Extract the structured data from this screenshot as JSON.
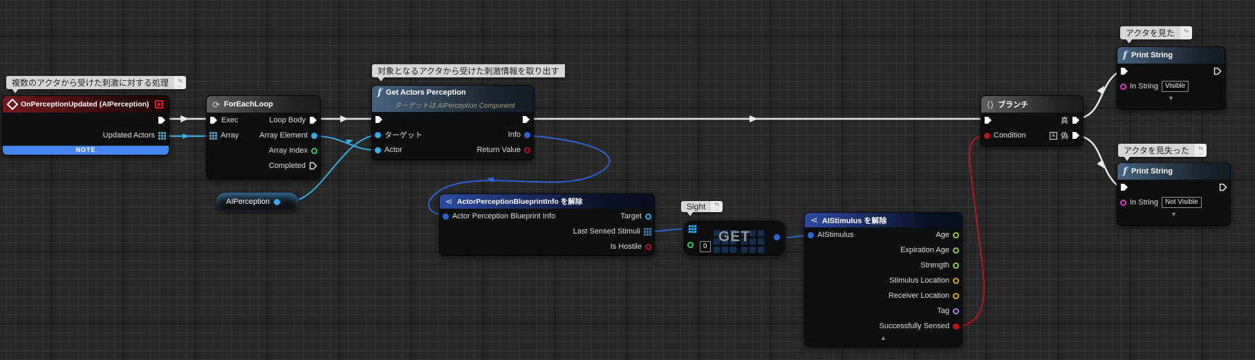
{
  "comments": {
    "multi": "複数のアクタから受けた刺激に対する処理",
    "extract": "対象となるアクタから受けた刺激情報を取り出す",
    "sight": "Sight",
    "saw": "アクタを見た",
    "lost": "アクタを見失った"
  },
  "event_node": {
    "title": "OnPerceptionUpdated (AIPerception)",
    "updated_actors": "Updated Actors",
    "note": "NOTE"
  },
  "foreach_node": {
    "title": "ForEachLoop",
    "exec": "Exec",
    "array": "Array",
    "loop_body": "Loop Body",
    "array_element": "Array Element",
    "array_index": "Array Index",
    "completed": "Completed"
  },
  "get_actors_node": {
    "title": "Get Actors Perception",
    "subtitle": "ターゲットは AIPerception Component",
    "target_jp": "ターゲット",
    "actor": "Actor",
    "info": "Info",
    "return_value": "Return Value"
  },
  "var_node": {
    "label": "AIPerception"
  },
  "break_info_node": {
    "title": "ActorPerceptionBlueprintInfo を解除",
    "input": "Actor Perception Blueprint Info",
    "target": "Target",
    "last_sensed": "Last Sensed Stimuli",
    "is_hostile": "Is Hostile"
  },
  "get_node": {
    "label": "GET",
    "index": "0"
  },
  "break_stimulus_node": {
    "title": "AIStimulus を解除",
    "input": "AIStimulus",
    "pins": [
      "Age",
      "Expiration Age",
      "Strength",
      "Stimulus Location",
      "Receiver Location",
      "Tag",
      "Successfully Sensed"
    ]
  },
  "branch_node": {
    "title": "ブランチ",
    "condition": "Condition",
    "true_label": "真",
    "false_label": "偽",
    "false_icon": "A"
  },
  "print_node_1": {
    "title": "Print String",
    "in_string": "In String",
    "value": "Visible"
  },
  "print_node_2": {
    "title": "Print String",
    "in_string": "In String",
    "value": "Not Visible"
  },
  "colors": {
    "exec": "#e8e8e8",
    "object_pin": "#35aee8",
    "struct_pin": "#2a65d8",
    "bool_pin": "#c01218",
    "int_pin": "#33d153",
    "float_pin": "#86d23c",
    "vector_pin": "#d9a722",
    "name_pin": "#b678e2",
    "string_pin": "#e03ad0",
    "note_bar": "#4486ee",
    "event_header": "#74191c",
    "function_header": "#46637f",
    "struct_header": "#2b4ba2"
  }
}
